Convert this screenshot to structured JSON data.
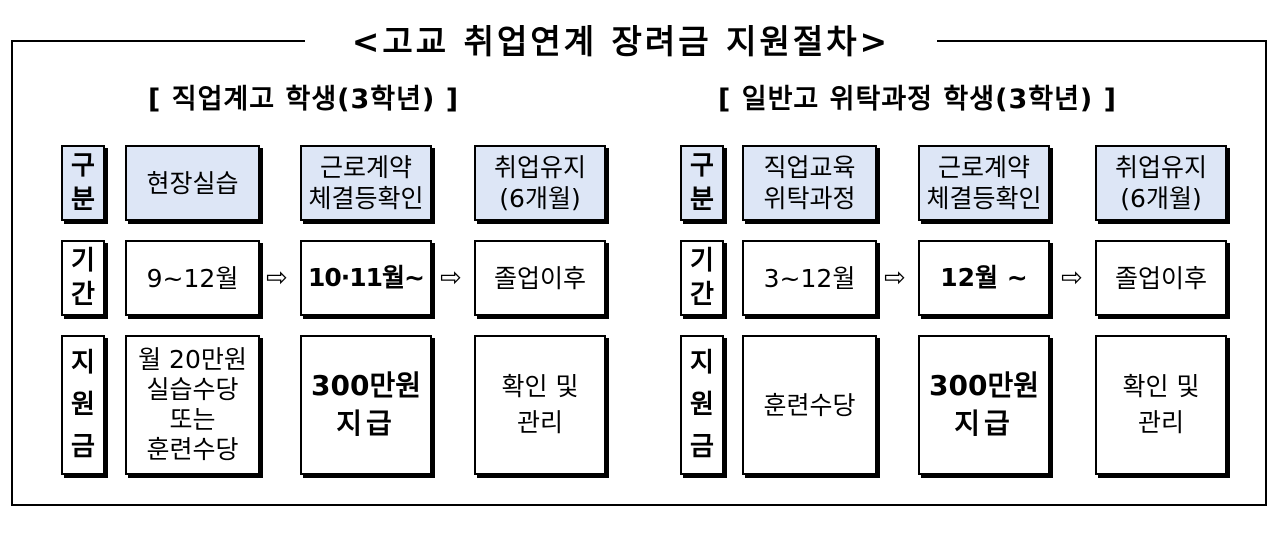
{
  "title": "<고교 취업연계 장려금 지원절차>",
  "arrow_glyph": "⇨",
  "left": {
    "heading": "[ 직업계고 학생(3학년) ]",
    "row_labels": {
      "gubun": [
        "구",
        "분"
      ],
      "gigan": [
        "기",
        "간"
      ],
      "jiwongeum": [
        "지",
        "원",
        "금"
      ]
    },
    "gubun": [
      [
        "현장실습"
      ],
      [
        "근로계약",
        "체결등확인"
      ],
      [
        "취업유지",
        "(6개월)"
      ]
    ],
    "gigan": [
      "9~12월",
      "10·11월~",
      "졸업이후"
    ],
    "jiwongeum": [
      [
        "월 20만원",
        "실습수당",
        "또는",
        "훈련수당"
      ],
      [
        "300만원",
        "지급"
      ],
      [
        "확인 및",
        "관리"
      ]
    ]
  },
  "right": {
    "heading": "[ 일반고 위탁과정 학생(3학년) ]",
    "row_labels": {
      "gubun": [
        "구",
        "분"
      ],
      "gigan": [
        "기",
        "간"
      ],
      "jiwongeum": [
        "지",
        "원",
        "금"
      ]
    },
    "gubun": [
      [
        "직업교육",
        "위탁과정"
      ],
      [
        "근로계약",
        "체결등확인"
      ],
      [
        "취업유지",
        "(6개월)"
      ]
    ],
    "gigan": [
      "3~12월",
      "12월 ~",
      "졸업이후"
    ],
    "jiwongeum": [
      [
        "훈련수당"
      ],
      [
        "300만원",
        "지급"
      ],
      [
        "확인 및",
        "관리"
      ]
    ]
  }
}
